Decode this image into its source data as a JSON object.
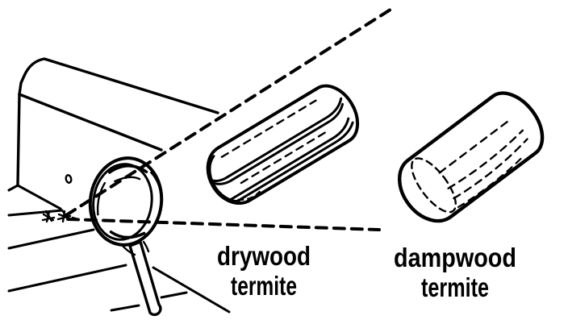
{
  "illustration": {
    "background_color": "#ffffff",
    "ink_color": "#000000",
    "labels": {
      "drywood": {
        "line1": "drywood",
        "line2": "termite"
      },
      "dampwood": {
        "line1": "dampwood",
        "line2": "termite"
      }
    },
    "parts": [
      "wood-board",
      "termite-exit-hole",
      "frass-pellet-specks",
      "magnifying-glass",
      "magnifier-sightlines",
      "drywood-termite-pellet",
      "dampwood-termite-pellet"
    ]
  }
}
